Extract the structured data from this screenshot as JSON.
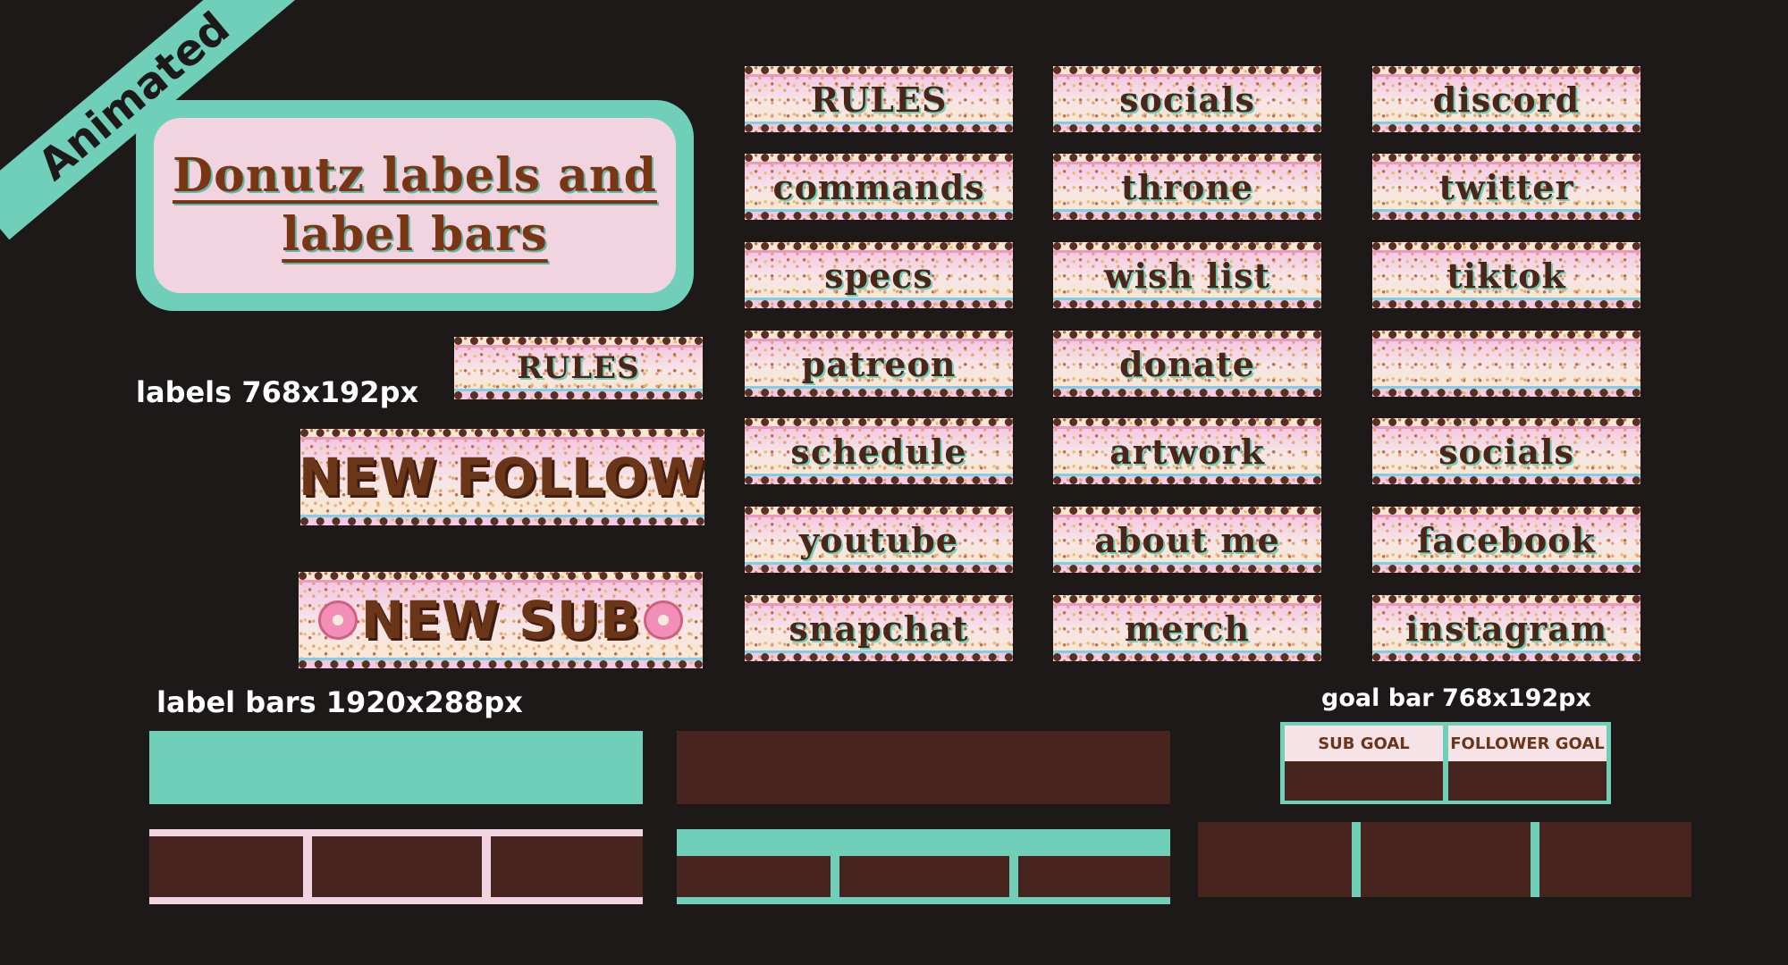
{
  "ribbon": {
    "text": "Animated"
  },
  "title": {
    "line1": "Donutz labels and",
    "line2": "label bars"
  },
  "captions": {
    "labels": "labels 768x192px",
    "label_bars": "label bars 1920x288px",
    "goal_bar": "goal bar 768x192px"
  },
  "preview_labels": {
    "rules": "RULES"
  },
  "alerts": {
    "follow": "NEW FOLLOW",
    "sub": "NEW SUB"
  },
  "labels": [
    "RULES",
    "socials",
    "discord",
    "commands",
    "throne",
    "twitter",
    "specs",
    "wish list",
    "tiktok",
    "patreon",
    "donate",
    "",
    "schedule",
    "artwork",
    "socials",
    "youtube",
    "about me",
    "facebook",
    "snapchat",
    "merch",
    "instagram"
  ],
  "goal": {
    "sub": "SUB GOAL",
    "follower": "FOLLOWER GOAL"
  },
  "colors": {
    "mint": "#6fcfb8",
    "brown": "#47241e",
    "pink": "#f1d4e0",
    "background": "#1c1918"
  }
}
